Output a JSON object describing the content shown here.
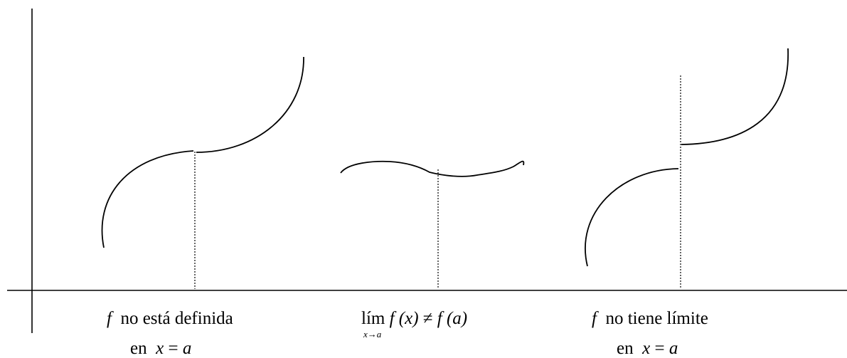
{
  "captions": {
    "left": {
      "symbol": "f",
      "line1_text": "no está definida",
      "line2_prefix": "en",
      "line2_var": "x",
      "line2_op": "=",
      "line2_val": "a"
    },
    "middle": {
      "lim": "lím",
      "lim_sub": "x→a",
      "lhs": "f (x)",
      "neq": "≠",
      "rhs": "f (a)"
    },
    "right": {
      "symbol": "f",
      "line1_text": "no tiene límite",
      "line2_prefix": "en",
      "line2_var": "x",
      "line2_op": "=",
      "line2_val": "a"
    }
  },
  "colors": {
    "ink": "#000000",
    "background": "#ffffff"
  }
}
